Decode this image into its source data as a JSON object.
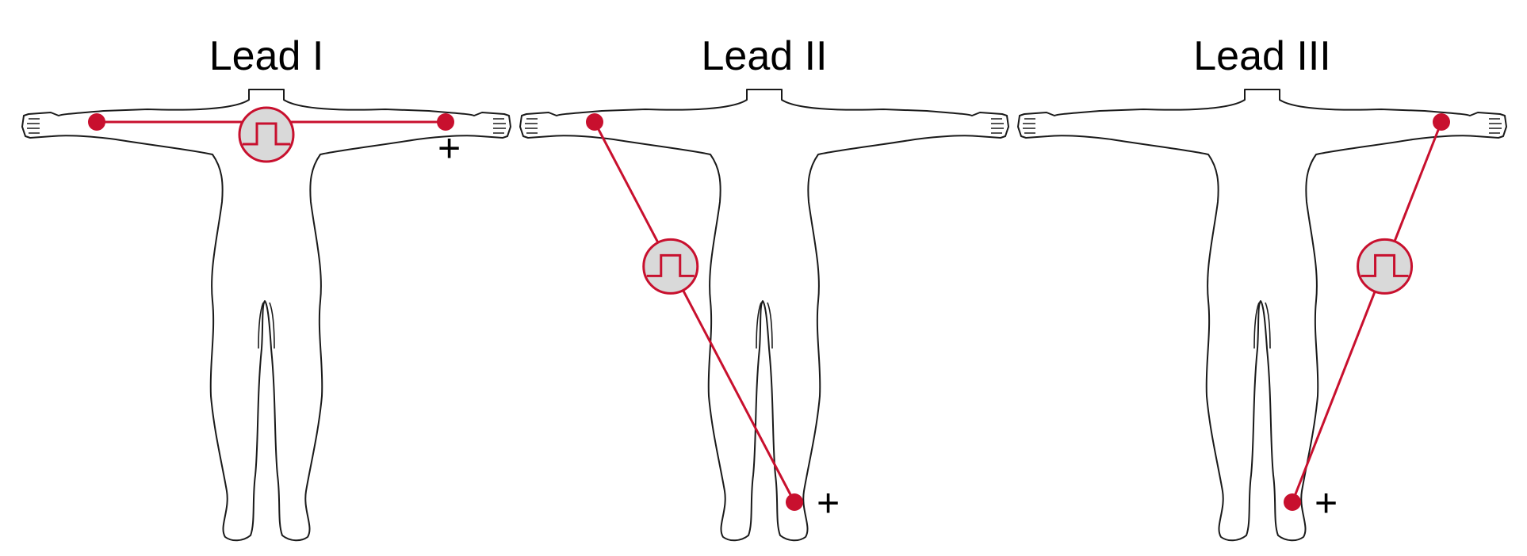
{
  "colors": {
    "lead_line": "#c8102e",
    "electrode": "#c8102e",
    "meter_fill": "#d9d9d9",
    "meter_stroke": "#c8102e",
    "body_outline": "#1a1a1a"
  },
  "panels": [
    {
      "title": "Lead I",
      "positive_label": "+",
      "from": "right-arm",
      "to": "left-arm"
    },
    {
      "title": "Lead II",
      "positive_label": "+",
      "from": "right-arm",
      "to": "left-leg"
    },
    {
      "title": "Lead III",
      "positive_label": "+",
      "from": "left-arm",
      "to": "left-leg"
    }
  ],
  "icons": {
    "electrode": "electrode-dot-icon",
    "meter": "pulse-meter-icon",
    "body": "body-outline-icon"
  }
}
